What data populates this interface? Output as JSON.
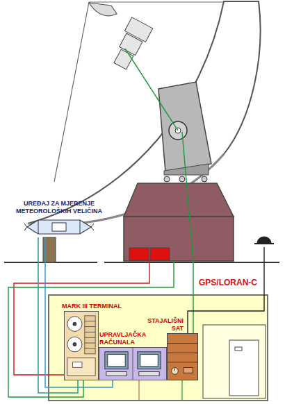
{
  "diagram": {
    "nodes": [
      {
        "text": [
          "UREĐAJ ZA MJERENJE METEOROLOŠKIH VELIČINA"
        ]
      },
      {
        "text": [
          "MARK III TERMINAL"
        ]
      },
      {
        "text": [
          "UPRAVLJAČKA RAČUNALA"
        ]
      },
      {
        "text": [
          "STAJALIŠNI SAT"
        ]
      }
    ],
    "edges": [
      {
        "from": 0,
        "to": 2,
        "arrow": "none"
      },
      {
        "from": 0,
        "to": 1,
        "arrow": "none"
      }
    ],
    "labels": [
      "GPS/LORAN-C"
    ]
  }
}
